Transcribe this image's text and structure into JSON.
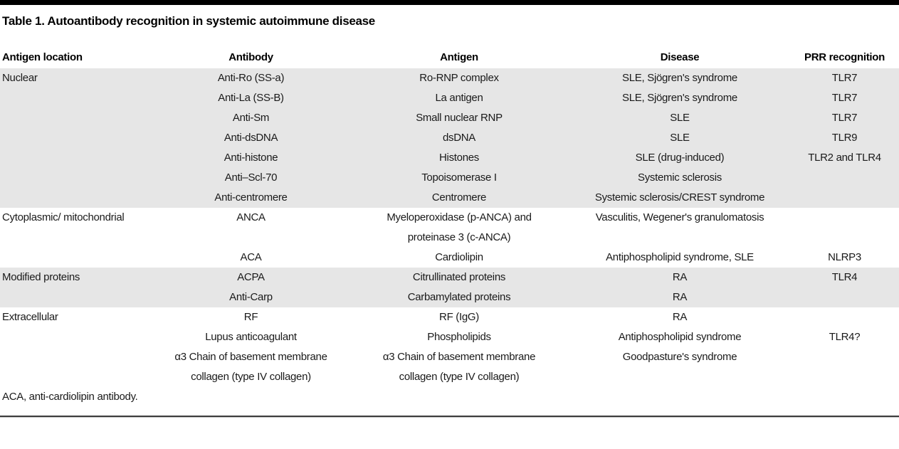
{
  "table": {
    "title": "Table 1. Autoantibody recognition in systemic autoimmune disease",
    "columns": [
      "Antigen location",
      "Antibody",
      "Antigen",
      "Disease",
      "PRR recognition"
    ],
    "sections": [
      {
        "location": "Nuclear",
        "shaded": true,
        "rows": [
          {
            "antibody": "Anti-Ro (SS-a)",
            "antigen": "Ro-RNP complex",
            "disease": "SLE, Sjögren's syndrome",
            "prr": "TLR7"
          },
          {
            "antibody": "Anti-La (SS-B)",
            "antigen": "La antigen",
            "disease": "SLE, Sjögren's syndrome",
            "prr": "TLR7"
          },
          {
            "antibody": "Anti-Sm",
            "antigen": "Small nuclear RNP",
            "disease": "SLE",
            "prr": "TLR7"
          },
          {
            "antibody": "Anti-dsDNA",
            "antigen": "dsDNA",
            "disease": "SLE",
            "prr": "TLR9"
          },
          {
            "antibody": "Anti-histone",
            "antigen": "Histones",
            "disease": "SLE (drug-induced)",
            "prr": "TLR2 and TLR4"
          },
          {
            "antibody": "Anti–Scl-70",
            "antigen": "Topoisomerase I",
            "disease": "Systemic sclerosis",
            "prr": ""
          },
          {
            "antibody": "Anti-centromere",
            "antigen": "Centromere",
            "disease": "Systemic sclerosis/CREST syndrome",
            "prr": ""
          }
        ]
      },
      {
        "location": "Cytoplasmic/ mitochondrial",
        "shaded": false,
        "rows": [
          {
            "antibody": "ANCA",
            "antigen": "Myeloperoxidase (p-ANCA) and proteinase 3 (c-ANCA)",
            "disease": "Vasculitis, Wegener's granulomatosis",
            "prr": ""
          },
          {
            "antibody": "ACA",
            "antigen": "Cardiolipin",
            "disease": "Antiphospholipid syndrome, SLE",
            "prr": "NLRP3"
          }
        ]
      },
      {
        "location": "Modified proteins",
        "shaded": true,
        "rows": [
          {
            "antibody": "ACPA",
            "antigen": "Citrullinated proteins",
            "disease": "RA",
            "prr": "TLR4"
          },
          {
            "antibody": "Anti-Carp",
            "antigen": "Carbamylated proteins",
            "disease": "RA",
            "prr": ""
          }
        ]
      },
      {
        "location": "Extracellular",
        "shaded": false,
        "rows": [
          {
            "antibody": "RF",
            "antigen": "RF (IgG)",
            "disease": "RA",
            "prr": ""
          },
          {
            "antibody": "Lupus anticoagulant",
            "antigen": "Phospholipids",
            "disease": "Antiphospholipid syndrome",
            "prr": "TLR4?"
          },
          {
            "antibody": "α3 Chain of basement membrane collagen (type IV collagen)",
            "antigen": "α3 Chain of basement membrane collagen (type IV collagen)",
            "disease": "Goodpasture's syndrome",
            "prr": ""
          }
        ]
      }
    ],
    "footnote": "ACA, anti-cardiolipin antibody.",
    "colors": {
      "shaded_row": "#e6e6e6",
      "top_rule": "#000000",
      "bottom_rule": "#3c3c3c"
    }
  }
}
